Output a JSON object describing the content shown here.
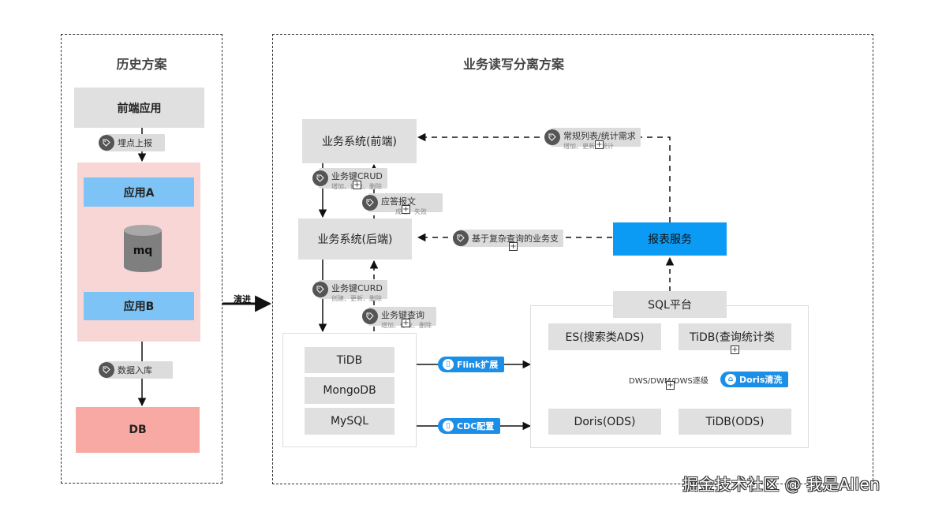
{
  "left": {
    "title": "历史方案",
    "frontend": "前端应用",
    "tag_track": "埋点上报",
    "appA": "应用A",
    "mq": "mq",
    "appB": "应用B",
    "tag_store": "数据入库",
    "db": "DB"
  },
  "evolve_label": "演进",
  "right": {
    "title": "业务读写分离方案",
    "biz_front": "业务系统(前端)",
    "biz_back": "业务系统(后端)",
    "tag_crud": "业务键CRUD",
    "tag_crud_sub": "增加、修改、删除",
    "tag_resp": "应答报文",
    "tag_resp_sub": "成功、失败",
    "tag_curd": "业务键CURD",
    "tag_curd_sub": "创建、更新、删除",
    "tag_query": "业务键查询",
    "tag_query_sub": "增加、修改、删除",
    "tag_list": "常规列表/统计需求",
    "tag_list_sub": "增加、更新、统计",
    "tag_complex": "基于复杂查询的业务支",
    "report": "报表服务",
    "sql_platform": "SQL平台",
    "tidb": "TiDB",
    "mongodb": "MongoDB",
    "mysql": "MySQL",
    "flink": "Flink扩展",
    "cdc": "CDC配置",
    "es": "ES(搜索类ADS)",
    "tidb_stat": "TiDB(查询统计类",
    "dws": "DWS/DWM/DWS逐级",
    "doris_clean": "Doris清洗",
    "doris_ods": "Doris(ODS)",
    "tidb_ods": "TiDB(ODS)"
  },
  "watermark": "掘金技术社区 @ 我是Allen",
  "colors": {
    "pink_bg": "#f8d6d6",
    "db_red": "#f8a9a3",
    "app_blue": "#7ec3f6",
    "report_blue": "#0b9bf5",
    "pill_blue": "#1b8fe8",
    "box_gray": "#e0e0e0"
  },
  "icons": [
    "tag-icon",
    "doris-icon",
    "flink-icon",
    "cdc-icon",
    "plus-icon",
    "database-cylinder-icon"
  ]
}
